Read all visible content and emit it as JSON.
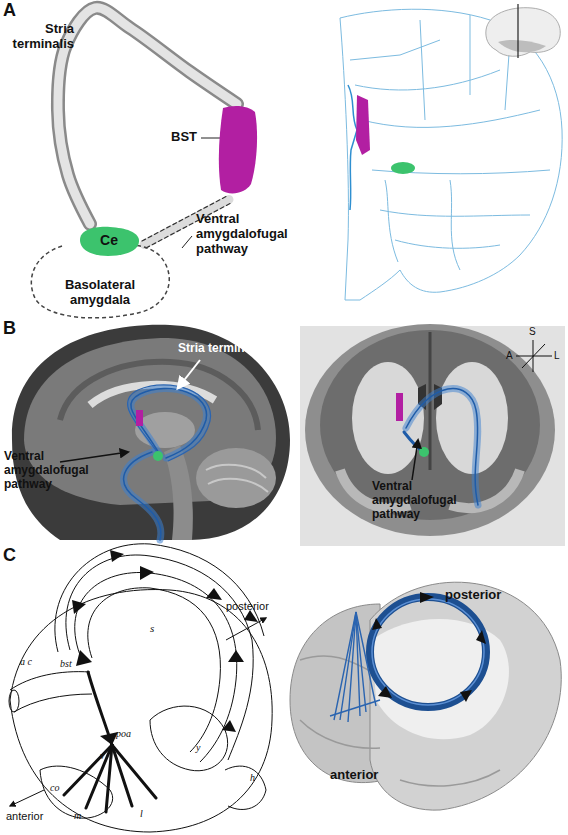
{
  "diagram": {
    "nodes": [
      {
        "text": [
          "BST"
        ]
      },
      {
        "text": [
          "Ce"
        ]
      },
      {
        "text": [
          "Basolateral amygdala"
        ]
      }
    ],
    "edges": [
      {
        "from": 1,
        "to": 0,
        "arrow": "none"
      },
      {
        "from": 1,
        "to": 0,
        "arrow": "none"
      }
    ],
    "labels": [
      "A",
      "Stria terminalis",
      "Ventral amygdalofugal pathway",
      "B",
      "Stria terminalis",
      "Ventral amygdalofugal pathway",
      "Ventral amygdalofugal pathway",
      "S",
      "A",
      "L",
      "C",
      "s",
      "a c",
      "bst",
      "y",
      "poa",
      "v",
      "co",
      "m",
      "l",
      "h",
      "posterior",
      "anterior",
      "posterior",
      "anterior"
    ]
  }
}
